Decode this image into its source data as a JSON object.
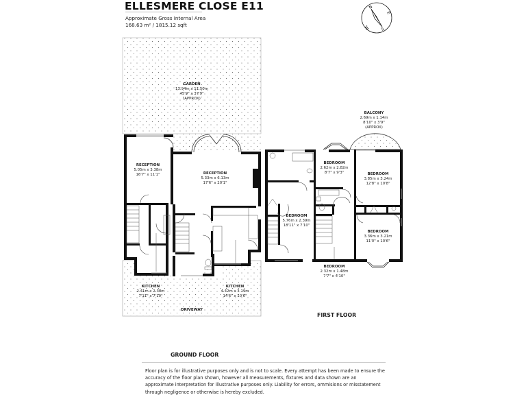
{
  "header": {
    "title": "ELLESMERE CLOSE E11",
    "area_label": "Approximate Gross Internal Area",
    "area_value": "168.63 m² / 1815.12 sqft"
  },
  "compass": {
    "icon": "compass-icon",
    "n": "N",
    "e": "E",
    "s": "S",
    "w": "W"
  },
  "ground_floor": {
    "label": "GROUND FLOOR",
    "rooms": [
      {
        "name": "GARDEN",
        "metric": "13.94m x 11.50m",
        "imperial": "45'9\" x 37'9\"",
        "note": "(APPROX)"
      },
      {
        "name": "RECEPTION",
        "metric": "5.05m x 3.38m",
        "imperial": "16'7\" x 11'1\""
      },
      {
        "name": "RECEPTION",
        "metric": "5.33m x 6.13m",
        "imperial": "17'6\" x 20'1\""
      },
      {
        "name": "KITCHEN",
        "metric": "2.41m x 2.38m",
        "imperial": "7'11\" x 7'10\""
      },
      {
        "name": "KITCHEN",
        "metric": "4.42m x 3.19m",
        "imperial": "14'6\" x 10'6\""
      },
      {
        "name": "DRIVEWAY"
      }
    ]
  },
  "first_floor": {
    "label": "FIRST FLOOR",
    "rooms": [
      {
        "name": "BALCONY",
        "metric": "2.69m x 1.14m",
        "imperial": "8'10\" x 3'9\"",
        "note": "(APPROX)"
      },
      {
        "name": "BEDROOM",
        "metric": "2.62m x 2.82m",
        "imperial": "8'7\" x 9'3\""
      },
      {
        "name": "BEDROOM",
        "metric": "3.85m x 3.24m",
        "imperial": "12'8\" x 10'8\""
      },
      {
        "name": "BEDROOM",
        "metric": "5.76m x 2.39m",
        "imperial": "18'11\" x 7'10\""
      },
      {
        "name": "BEDROOM",
        "metric": "3.36m x 3.21m",
        "imperial": "11'0\" x 10'6\""
      },
      {
        "name": "BEDROOM",
        "metric": "2.32m x 1.48m",
        "imperial": "7'7\" x 4'10\""
      }
    ]
  },
  "footer": {
    "disclaimer": "Floor plan is for illustrative purposes only and is not to scale. Every attempt has been made to ensure the accuracy of the floor plan shown, however all measurements, fixtures and data shown are an approximate interpretation for illustrative purposes only. Liability for errors, ommisions or misstatement through negligence or otherwise is hereby excluded."
  },
  "colors": {
    "wall": "#111111",
    "rule": "#bbbbbb",
    "dots": "#555555",
    "window": "#9a9a9a"
  }
}
